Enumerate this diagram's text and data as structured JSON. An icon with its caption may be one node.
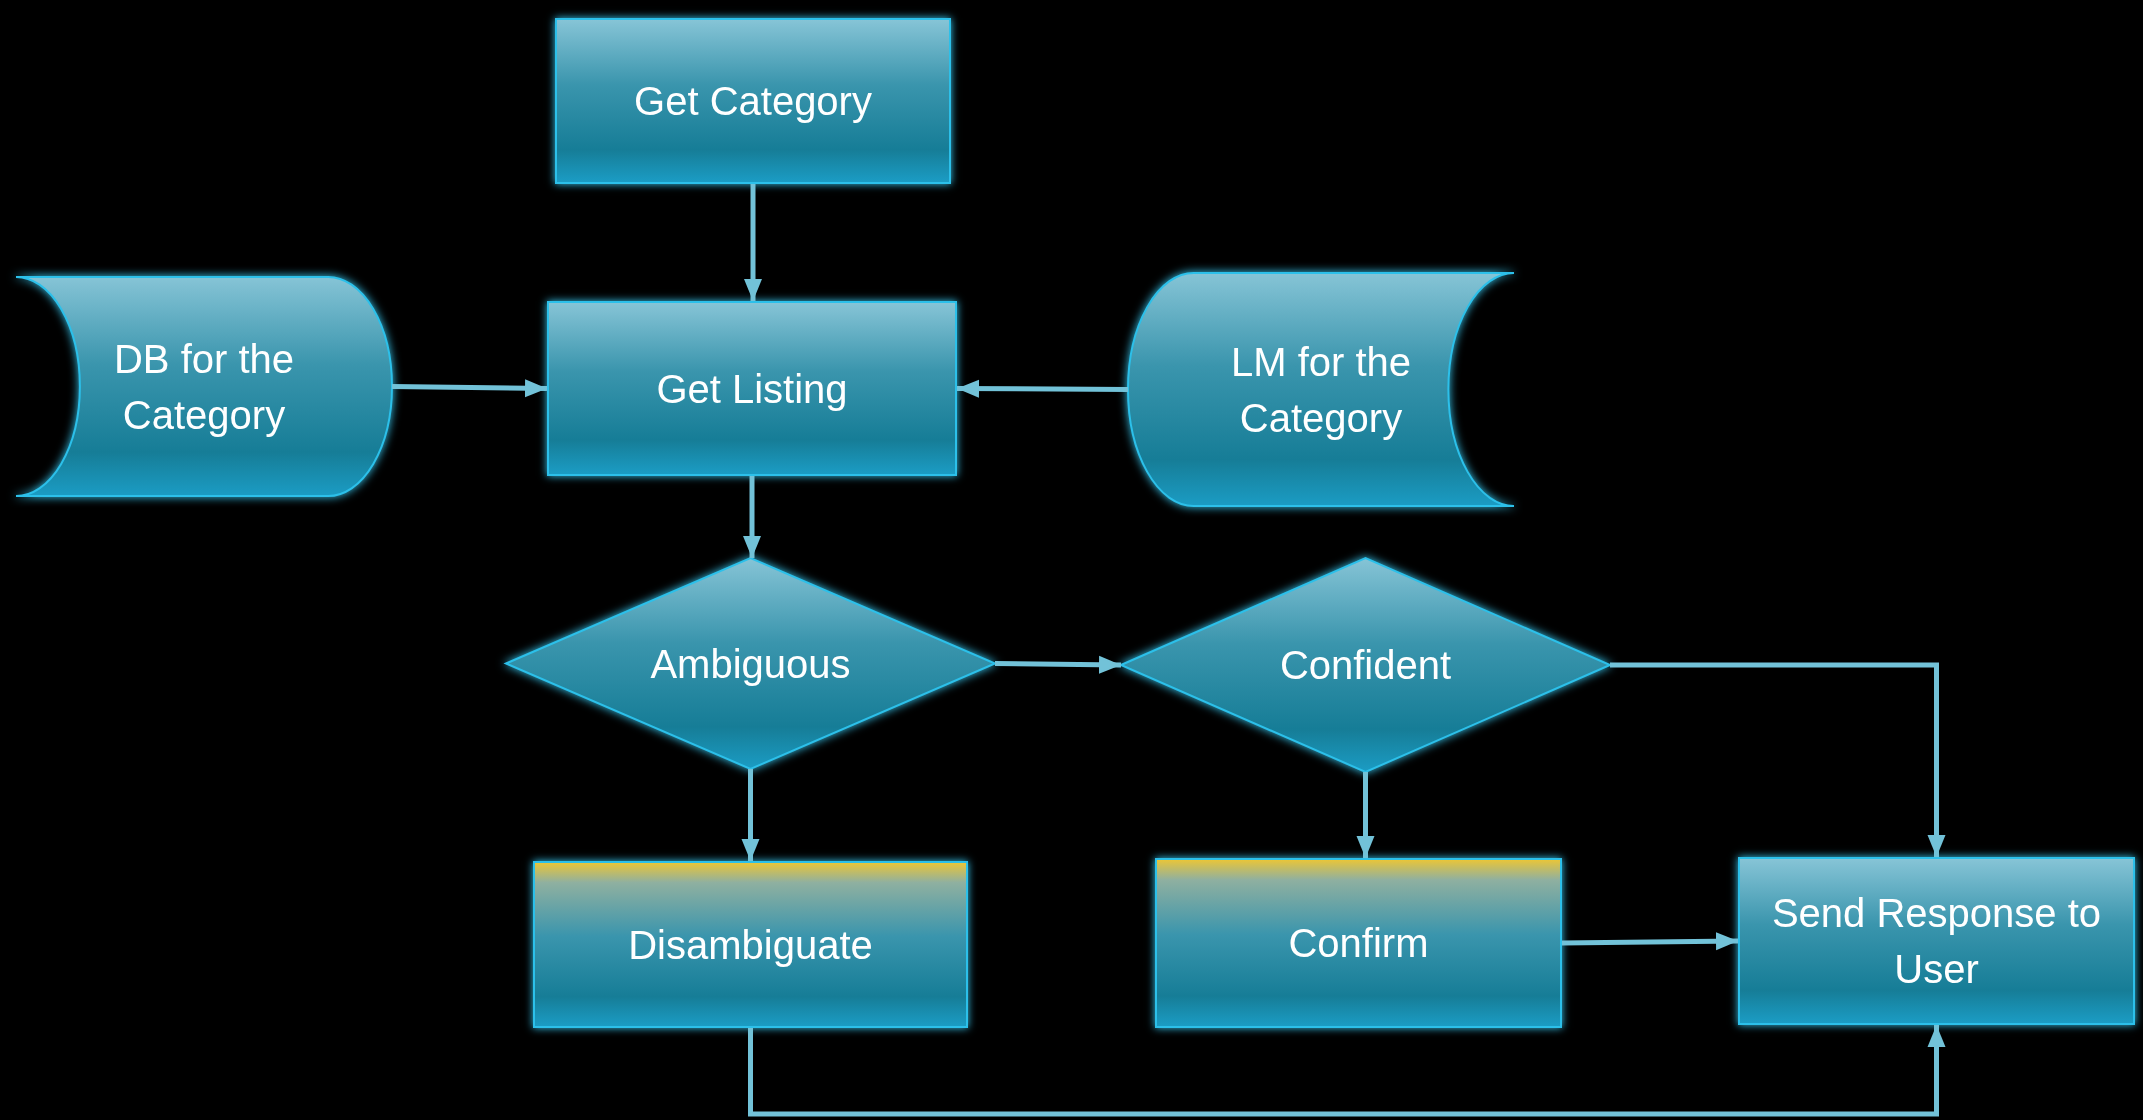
{
  "diagram": {
    "nodes": [
      {
        "text": [
          "Get Category"
        ]
      },
      {
        "text": [
          "DB for the Category"
        ]
      },
      {
        "text": [
          "Get Listing"
        ]
      },
      {
        "text": [
          "LM for the Category"
        ]
      },
      {
        "text": [
          "Ambiguous"
        ]
      },
      {
        "text": [
          "Confident"
        ]
      },
      {
        "text": [
          "Disambiguate"
        ]
      },
      {
        "text": [
          "Confirm"
        ]
      },
      {
        "text": [
          "Send Response to User"
        ]
      }
    ],
    "edges": [
      {
        "from": 0,
        "to": 2,
        "arrow": "to"
      },
      {
        "from": 1,
        "to": 2,
        "arrow": "to"
      },
      {
        "from": 3,
        "to": 2,
        "arrow": "to"
      },
      {
        "from": 2,
        "to": 4,
        "arrow": "to"
      },
      {
        "from": 4,
        "to": 5,
        "arrow": "to"
      },
      {
        "from": 5,
        "to": 8,
        "arrow": "to"
      },
      {
        "from": 4,
        "to": 6,
        "arrow": "to"
      },
      {
        "from": 5,
        "to": 7,
        "arrow": "to"
      },
      {
        "from": 7,
        "to": 8,
        "arrow": "to"
      },
      {
        "from": 6,
        "to": 8,
        "arrow": "to"
      }
    ]
  }
}
